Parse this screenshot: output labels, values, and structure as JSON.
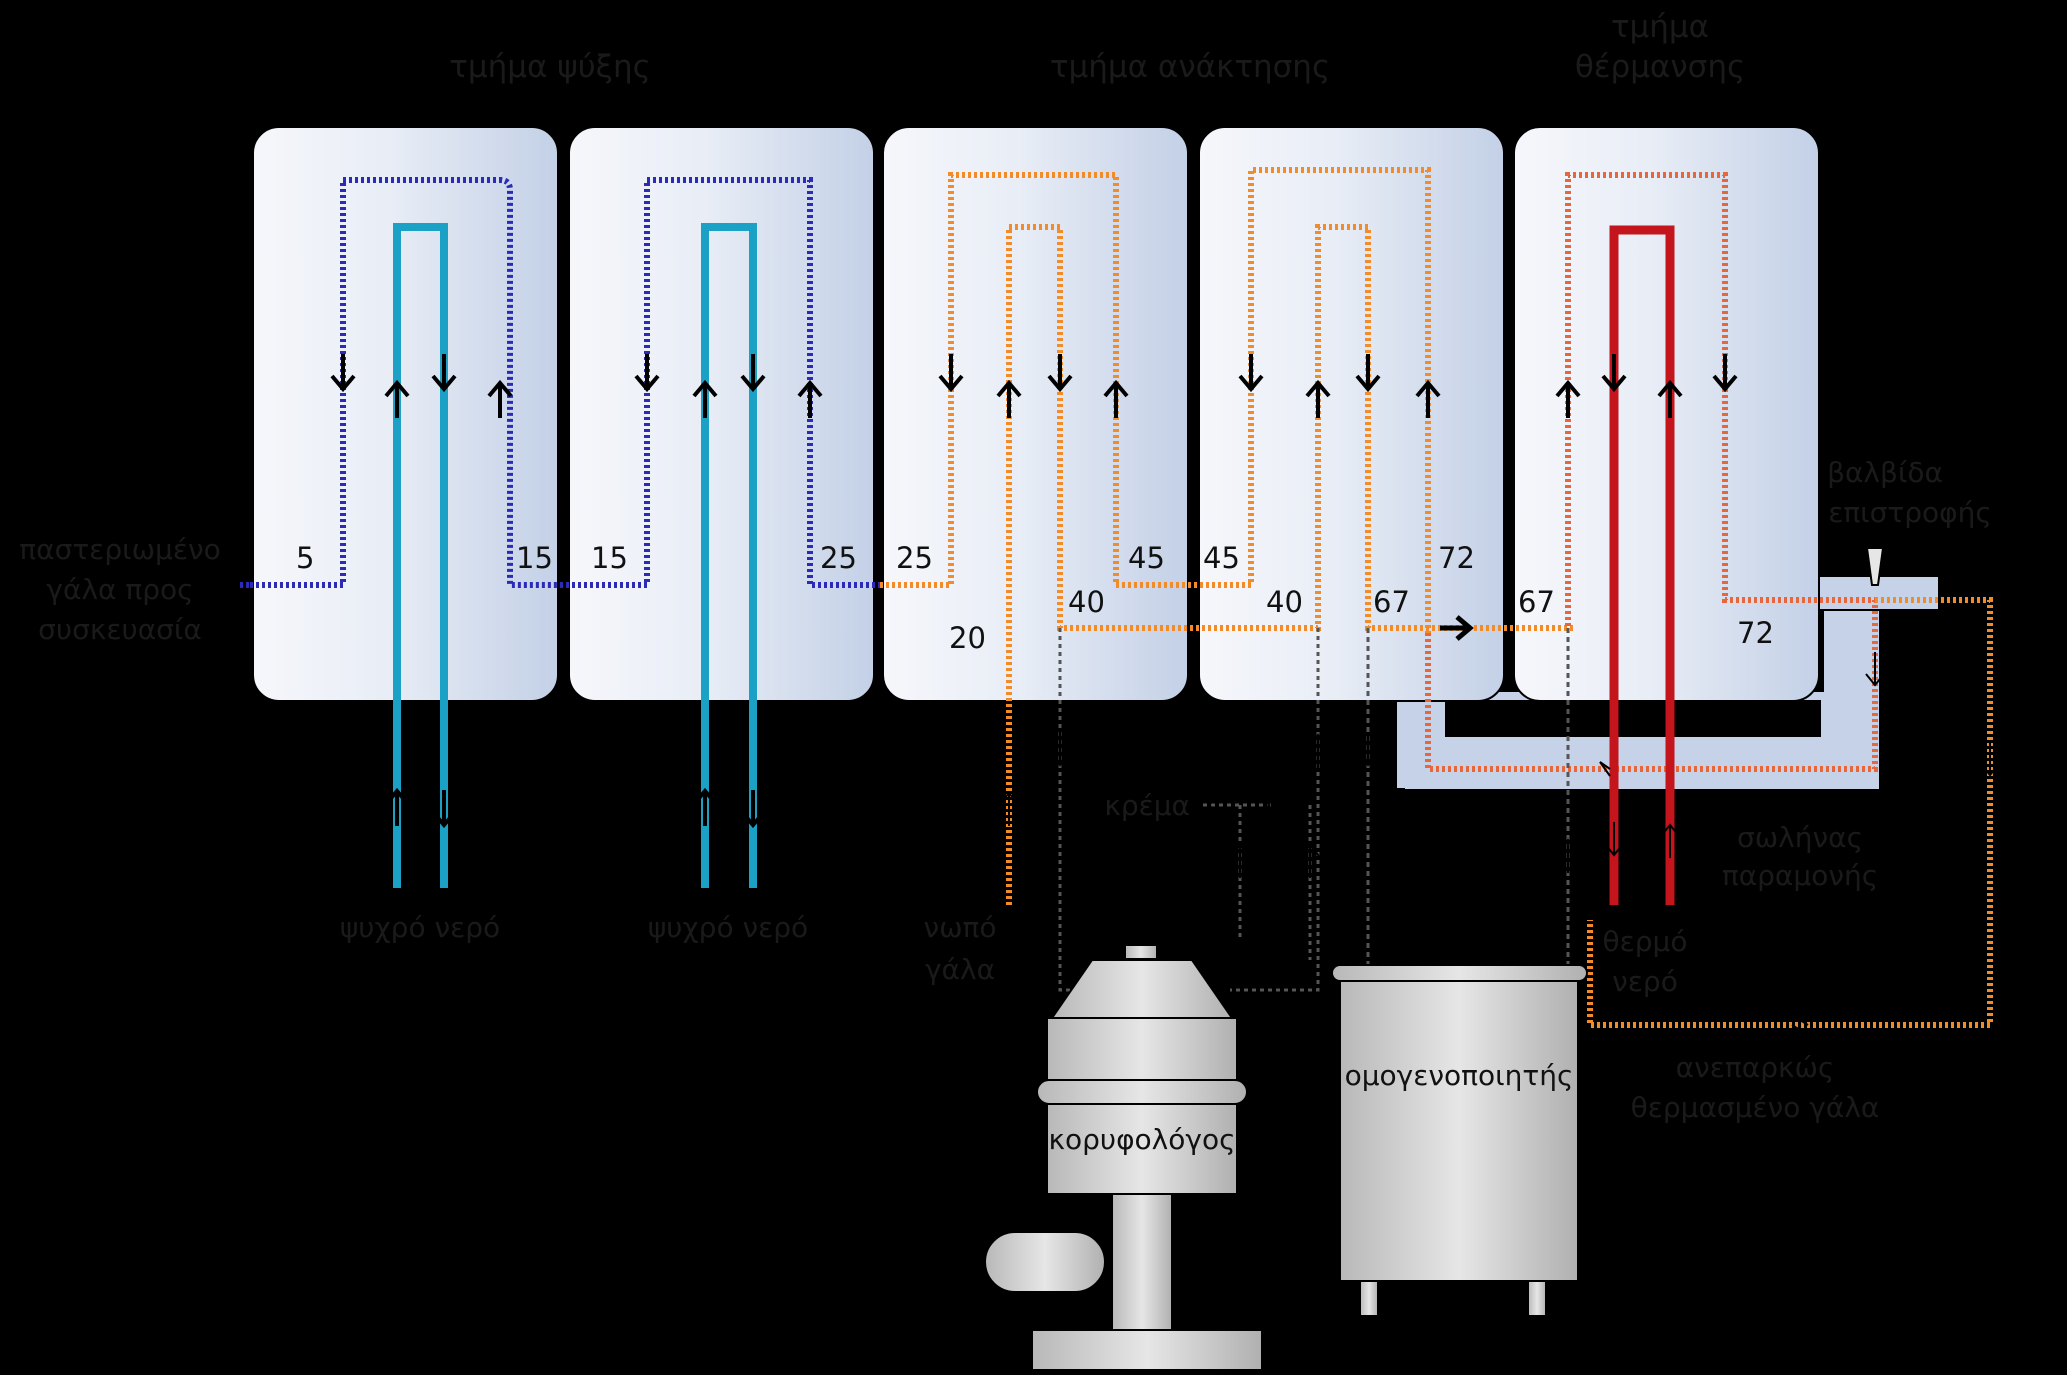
{
  "sections": {
    "cooling": "τμήμα ψύξης",
    "regeneration": "τμήμα ανάκτησης",
    "heating_line1": "τμήμα",
    "heating_line2": "θέρμανσης"
  },
  "labels": {
    "pasteurized_line1": "παστεριωμένο",
    "pasteurized_line2": "γάλα προς",
    "pasteurized_line3": "συσκευασία",
    "cold_water_1": "ψυχρό νερό",
    "cold_water_2": "ψυχρό νερό",
    "raw_milk_line1": "νωπό",
    "raw_milk_line2": "γάλα",
    "cream": "κρέμα",
    "valve_line1": "βαλβίδα",
    "valve_line2": "επιστροφής",
    "holding_line1": "σωλήνας",
    "holding_line2": "παραμονής",
    "hot_water_line1": "θερμό",
    "hot_water_line2": "νερό",
    "under_heated_line1": "ανεπαρκώς",
    "under_heated_line2": "θερμασμένο γάλα",
    "separator": "κορυφολόγος",
    "homogenizer": "ομογενοποιητής"
  },
  "temperatures": {
    "t_5": "5",
    "t_15a": "15",
    "t_15b": "15",
    "t_25a": "25",
    "t_25b": "25",
    "t_45a": "45",
    "t_45b": "45",
    "t_20": "20",
    "t_40a": "40",
    "t_40b": "40",
    "t_67a": "67",
    "t_67b": "67",
    "t_72a": "72",
    "t_72b": "72"
  },
  "colors": {
    "panel": "#c9d5e9",
    "cold_water": "#1ba1c6",
    "chilled_milk": "#2b2bb8",
    "milk": "#f28c28",
    "hot_milk": "#e8663c",
    "hot_water": "#c4141c",
    "equipment": "#cdcdcd"
  }
}
